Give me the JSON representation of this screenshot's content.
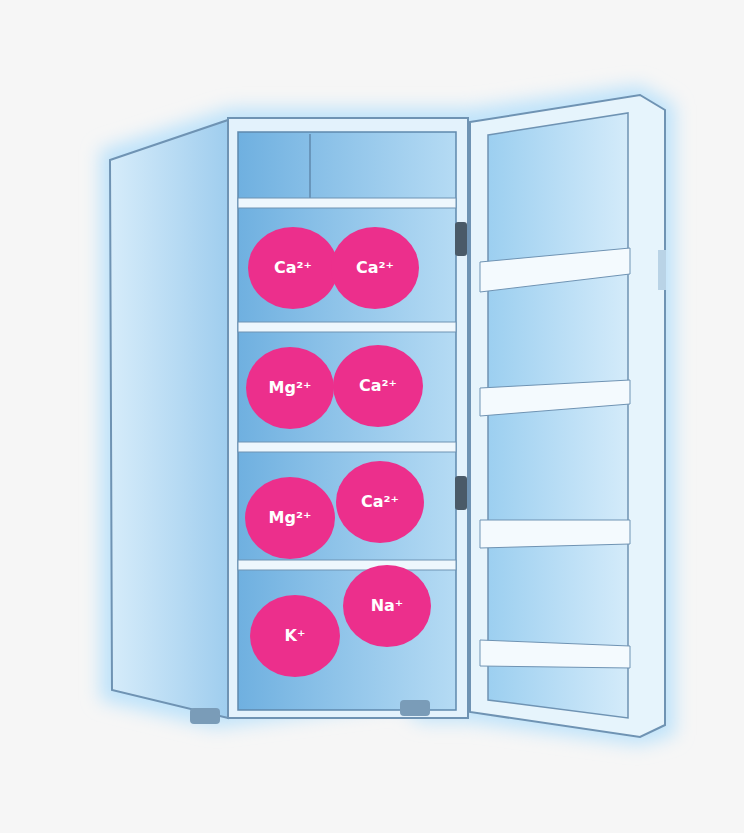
{
  "diagram": {
    "nodes": [
      {
        "text": [
          "Ca²⁺"
        ]
      },
      {
        "text": [
          "Ca²⁺"
        ]
      },
      {
        "text": [
          "Mg²⁺"
        ]
      },
      {
        "text": [
          "Ca²⁺"
        ]
      },
      {
        "text": [
          "Mg²⁺"
        ]
      },
      {
        "text": [
          "Ca²⁺"
        ]
      },
      {
        "text": [
          "K⁺"
        ]
      },
      {
        "text": [
          "Na⁺"
        ]
      }
    ]
  }
}
